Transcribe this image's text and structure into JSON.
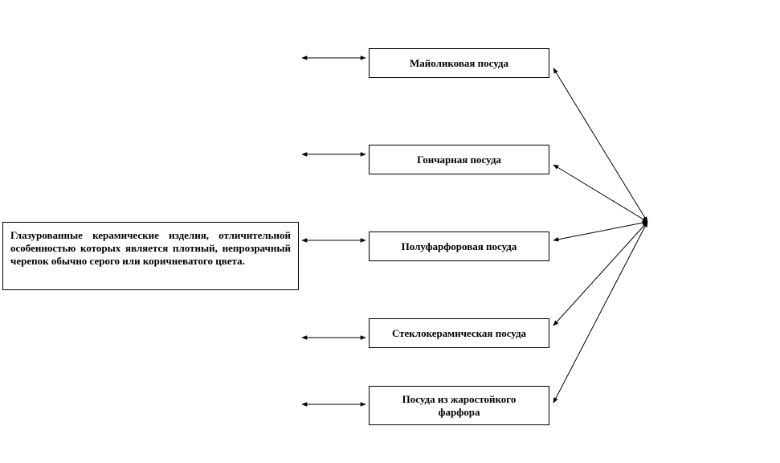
{
  "diagram": {
    "types": [
      {
        "label": "Майоликовая посуда"
      },
      {
        "label": "Гончарная посуда"
      },
      {
        "label": "Полуфарфоровая  посуда"
      },
      {
        "label": "Стеклокерамическая  посуда"
      },
      {
        "label": "Посуда из жаростойкого фарфора"
      }
    ],
    "definition": "Глазурованные керамические изделия, отличительной особенностью которых является плотный, непрозрачный черепок обычно серого или коричневатого цвета."
  }
}
